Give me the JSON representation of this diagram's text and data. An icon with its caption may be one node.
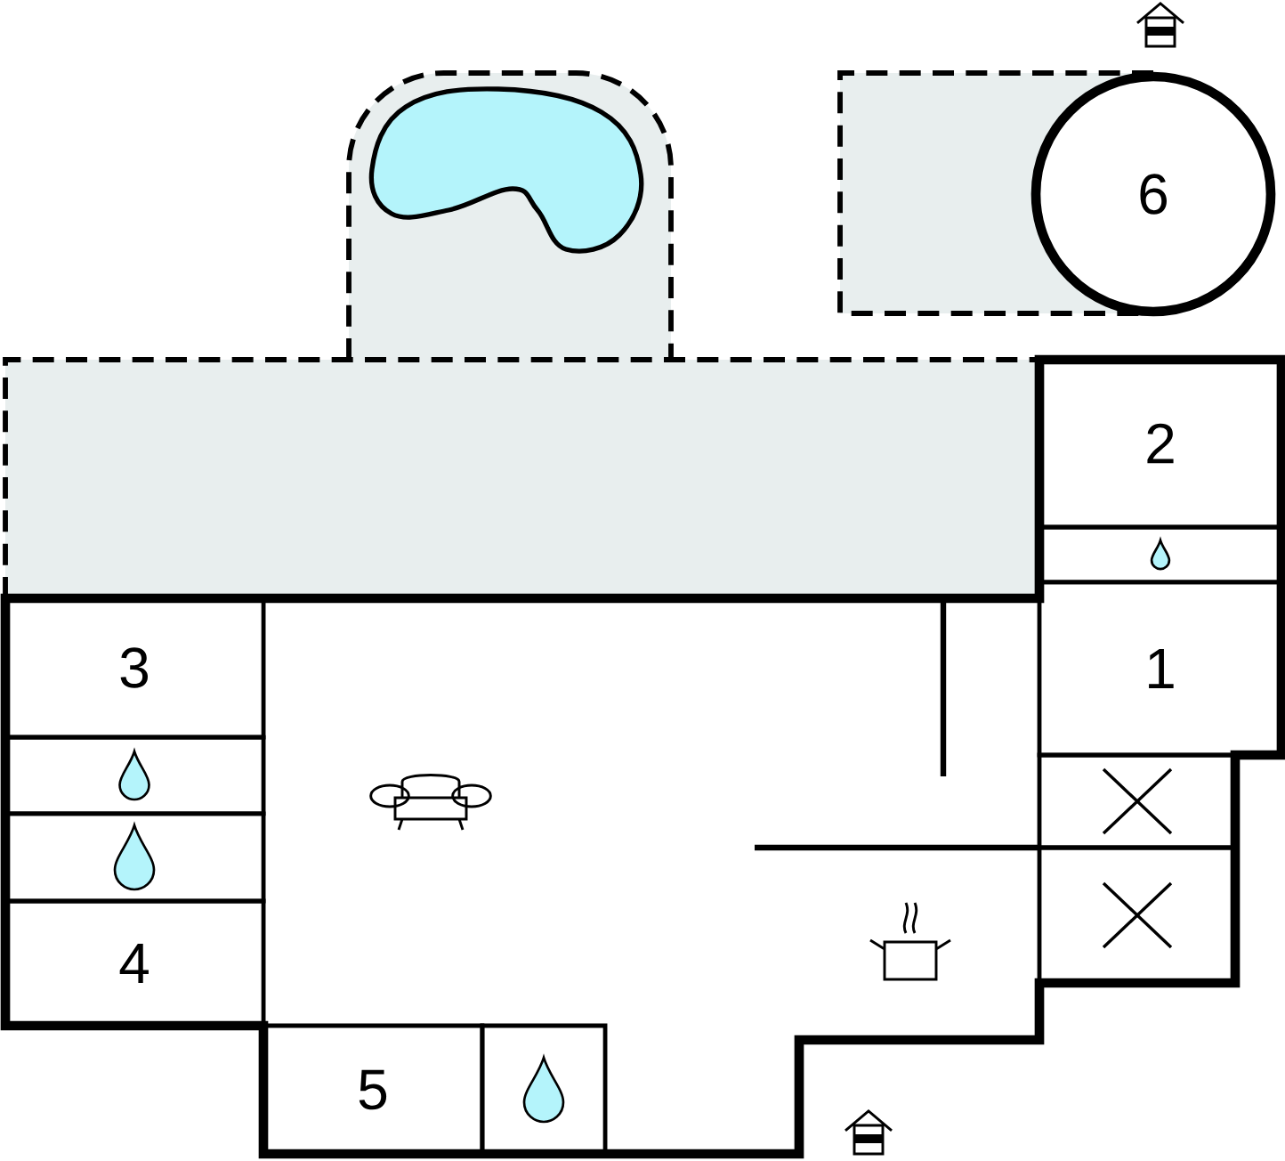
{
  "diagram": {
    "nodes": [
      {
        "text": [
          "6"
        ]
      },
      {
        "text": [
          "2"
        ]
      },
      {
        "text": [],
        "shape": "box"
      },
      {
        "text": [
          "3"
        ]
      },
      {
        "text": [
          "1"
        ]
      },
      {
        "text": [],
        "shape": "box"
      },
      {
        "text": [],
        "shape": "box"
      },
      {
        "text": [],
        "shape": "box"
      },
      {
        "text": [],
        "shape": "box"
      },
      {
        "text": [
          "4"
        ]
      },
      {
        "text": [
          "5"
        ]
      },
      {
        "text": [],
        "shape": "box"
      }
    ]
  }
}
